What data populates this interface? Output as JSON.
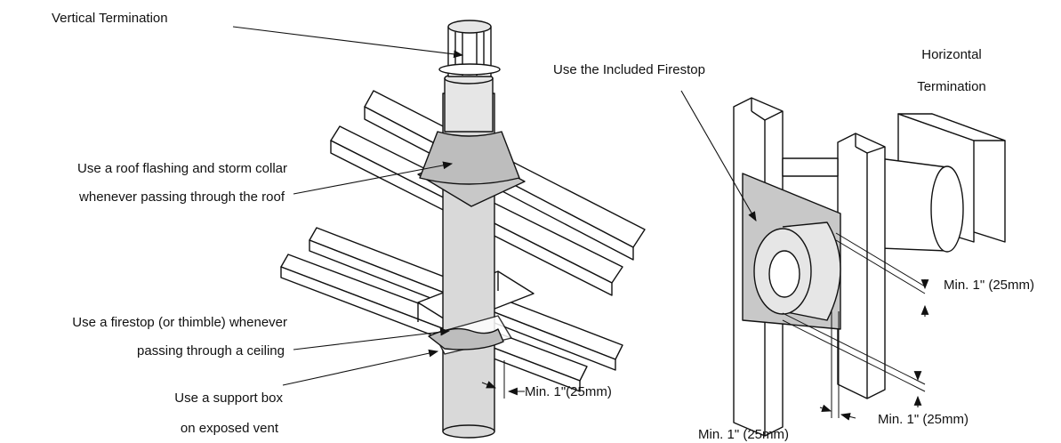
{
  "labels": {
    "vertical_termination": "Vertical Termination",
    "roof_flashing_line1": "Use a roof flashing and storm collar",
    "roof_flashing_line2": "whenever passing through the roof",
    "firestop_line1": "Use a firestop (or thimble) whenever",
    "firestop_line2": "passing through a ceiling",
    "support_box_line1": "Use a support box",
    "support_box_line2": "on exposed vent",
    "min_vertical": "Min. 1\"(25mm)",
    "included_firestop": "Use the Included Firestop",
    "horizontal_line1": "Horizontal",
    "horizontal_line2": "Termination",
    "min_right_upper": "Min. 1\" (25mm)",
    "min_right_lower": "Min. 1\" (25mm)",
    "min_bottom": "Min. 1\" (25mm)"
  },
  "colors": {
    "line": "#111111",
    "pipe_fill": "#d9d9d9",
    "flashing_fill": "#c8c8c8",
    "wood_fill": "#ffffff"
  }
}
